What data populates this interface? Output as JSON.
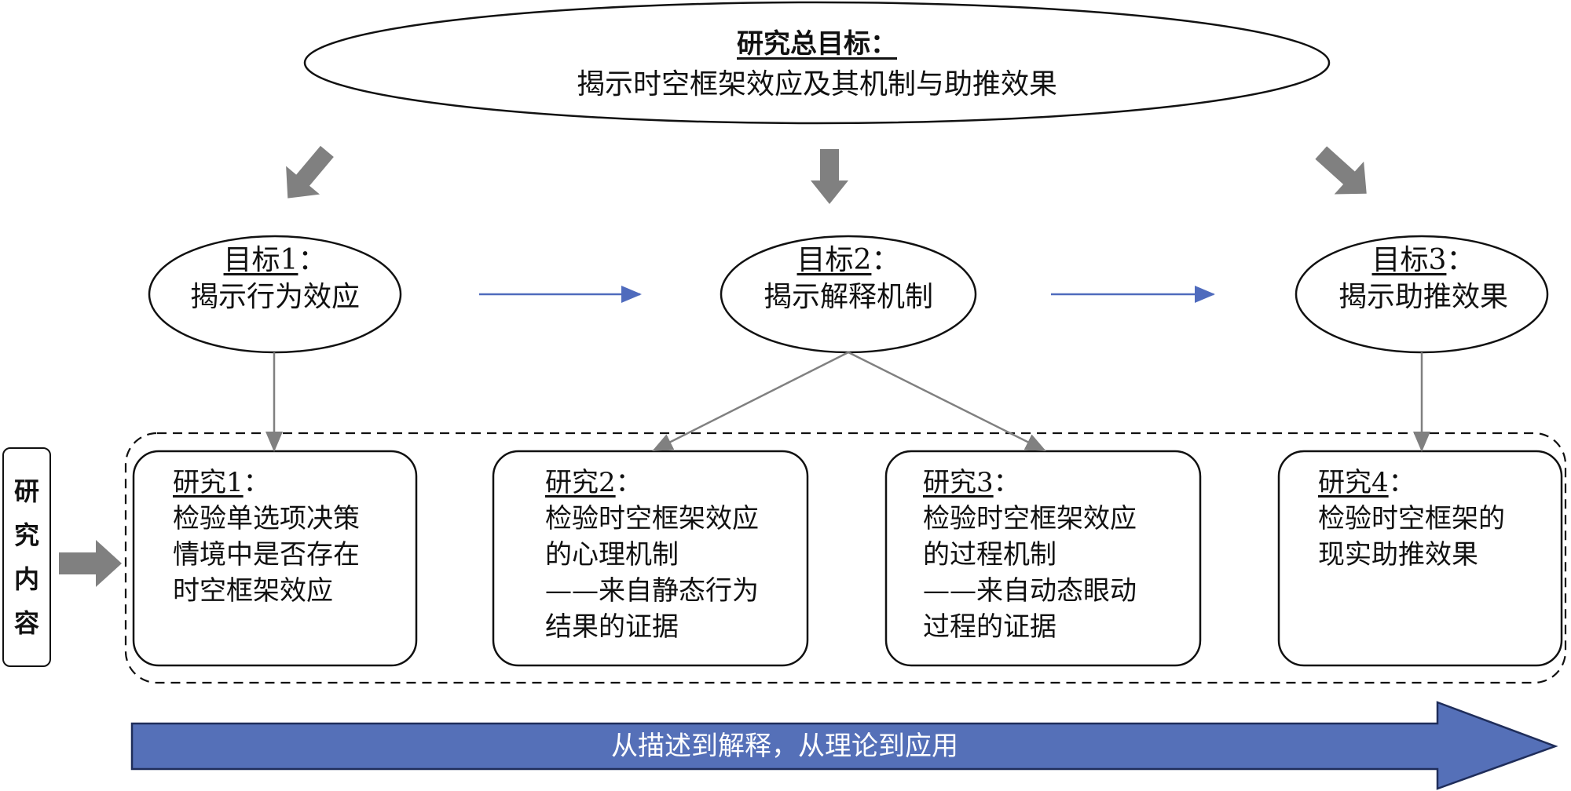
{
  "overall_goal": {
    "label": "研究总目标：",
    "text": "揭示时空框架效应及其机制与助推效果"
  },
  "goals": [
    {
      "label": "目标1",
      "colon": "：",
      "text": "揭示行为效应"
    },
    {
      "label": "目标2",
      "colon": "：",
      "text": "揭示解释机制"
    },
    {
      "label": "目标3",
      "colon": "：",
      "text": "揭示助推效果"
    }
  ],
  "side_label": {
    "chars": [
      "研",
      "究",
      "内",
      "容"
    ]
  },
  "studies": [
    {
      "label": "研究1",
      "colon": "：",
      "lines": [
        "检验单选项决策",
        "情境中是否存在",
        "时空框架效应"
      ]
    },
    {
      "label": "研究2",
      "colon": "：",
      "lines": [
        "检验时空框架效应",
        "的心理机制",
        "——来自静态行为",
        "结果的证据"
      ]
    },
    {
      "label": "研究3",
      "colon": "：",
      "lines": [
        "检验时空框架效应",
        "的过程机制",
        "——来自动态眼动",
        "过程的证据"
      ]
    },
    {
      "label": "研究4",
      "colon": "：",
      "lines": [
        "检验时空框架的",
        "现实助推效果"
      ]
    }
  ],
  "flow_arrow": {
    "text": "从描述到解释，从理论到应用"
  },
  "colors": {
    "gray_arrow": "#808080",
    "blue_arrow": "#4f6bbd",
    "flow_fill": "#5570b8",
    "flow_stroke": "#1f2d5a"
  }
}
